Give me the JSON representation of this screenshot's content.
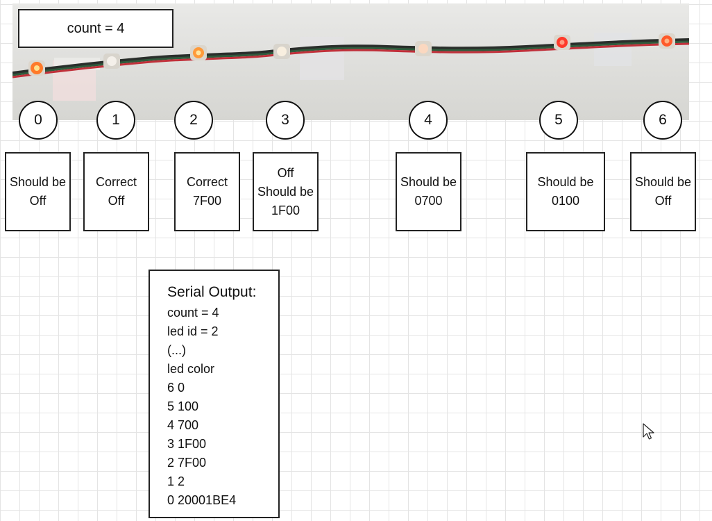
{
  "count_label": "count = 4",
  "leds": [
    {
      "index": "0",
      "status": [
        "Should be",
        "Off"
      ]
    },
    {
      "index": "1",
      "status": [
        "Correct",
        "Off"
      ]
    },
    {
      "index": "2",
      "status": [
        "Correct",
        "7F00"
      ]
    },
    {
      "index": "3",
      "status": [
        "Off",
        "Should be",
        "1F00"
      ]
    },
    {
      "index": "4",
      "status": [
        "Should be",
        "0700"
      ]
    },
    {
      "index": "5",
      "status": [
        "Should be",
        "0100"
      ]
    },
    {
      "index": "6",
      "status": [
        "Should be",
        "Off"
      ]
    }
  ],
  "serial": {
    "title": "Serial Output:",
    "lines": [
      "count = 4",
      "led id = 2",
      "(...)",
      "led color",
      "6 0",
      "5 100",
      "4 700",
      "3 1F00",
      "2 7F00",
      "1 2",
      "0 20001BE4"
    ]
  },
  "colors": {
    "wire_green": "#2f5a3c",
    "wire_red": "#c0303a",
    "led_lit_orange": "#ff7a2a",
    "led_lit_red": "#ff3a2a",
    "led_off": "#f4f0ea"
  }
}
